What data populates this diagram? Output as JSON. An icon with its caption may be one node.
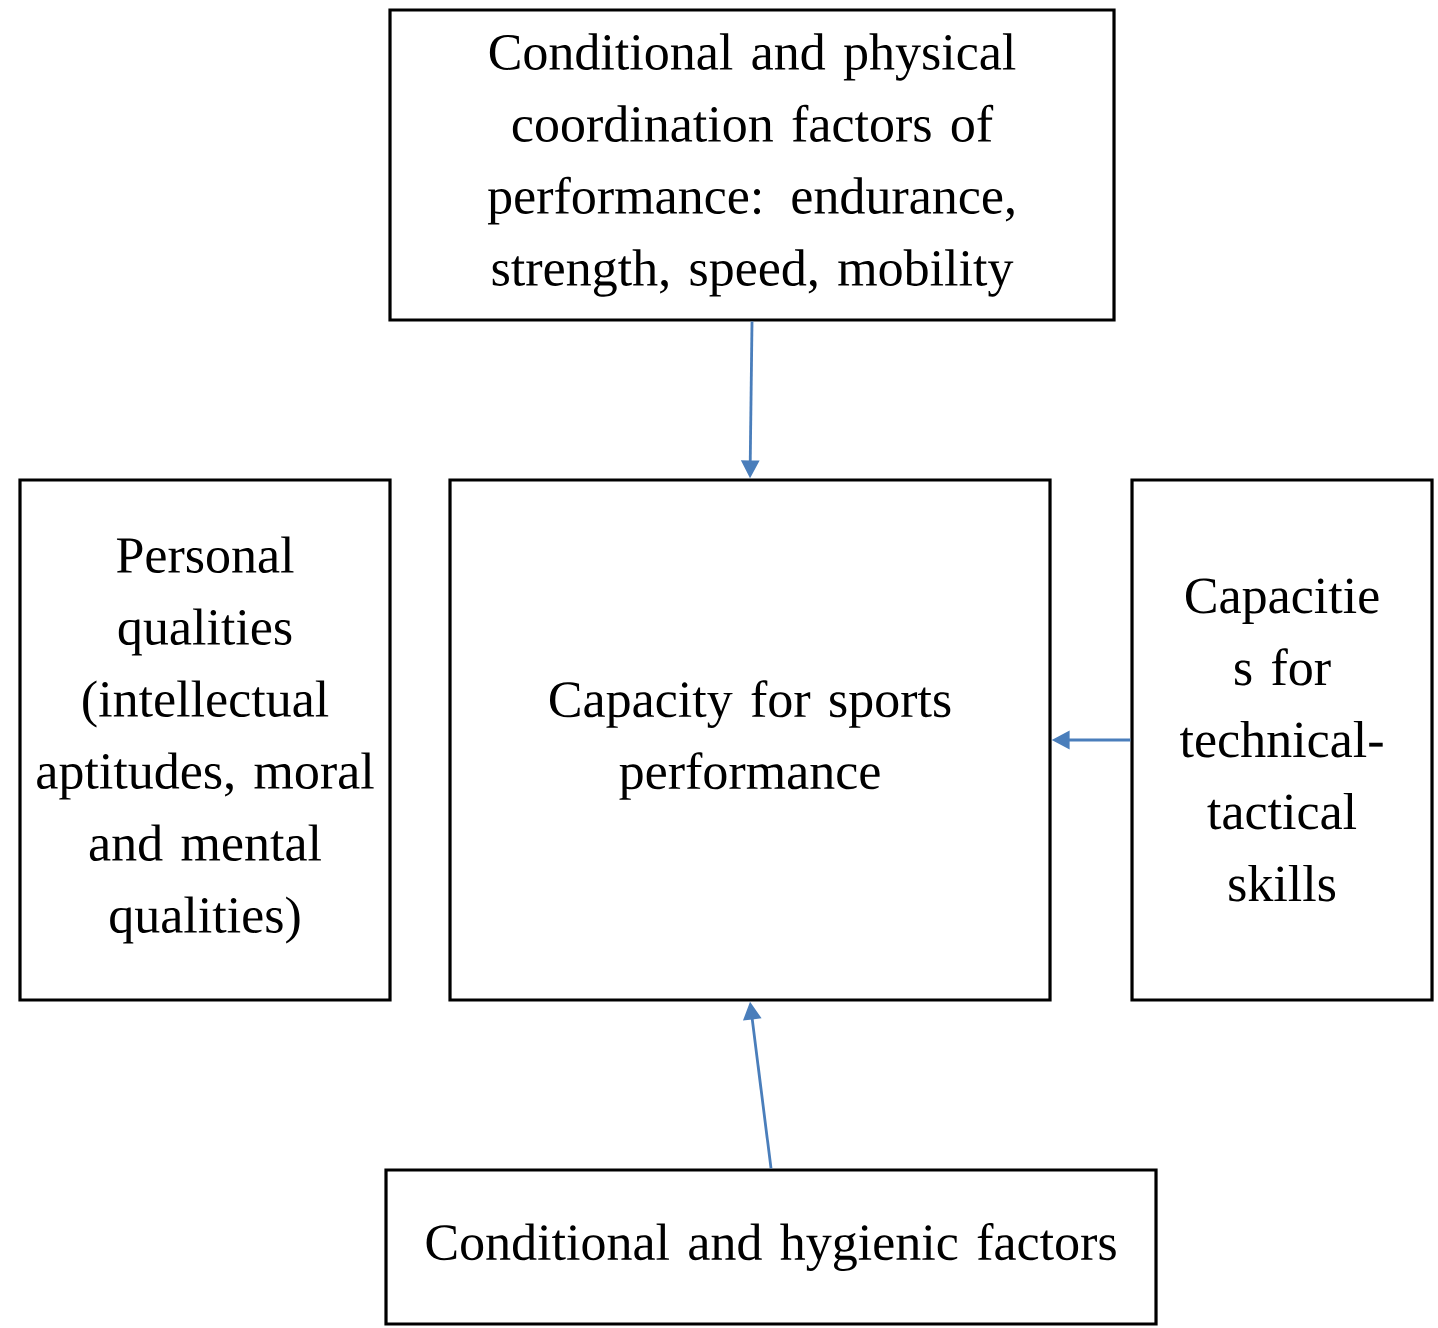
{
  "diagram": {
    "nodes": [
      {
        "text": [
          "Conditional and physical coordination factors of performance: endurance, strength, speed, mobility"
        ]
      },
      {
        "text": [
          "Personal qualities (intellectual aptitudes, moral and mental qualities)"
        ]
      },
      {
        "text": [
          "Capacity for sports performance"
        ]
      },
      {
        "text": [
          "Capacitie s for technical- tactical skills"
        ]
      },
      {
        "text": [
          "Conditional and hygienic factors"
        ]
      }
    ],
    "edges": [
      {
        "from": 0,
        "to": 2,
        "arrow": "to"
      },
      {
        "from": 3,
        "to": 2,
        "arrow": "to"
      },
      {
        "from": 4,
        "to": 2,
        "arrow": "to"
      }
    ]
  }
}
